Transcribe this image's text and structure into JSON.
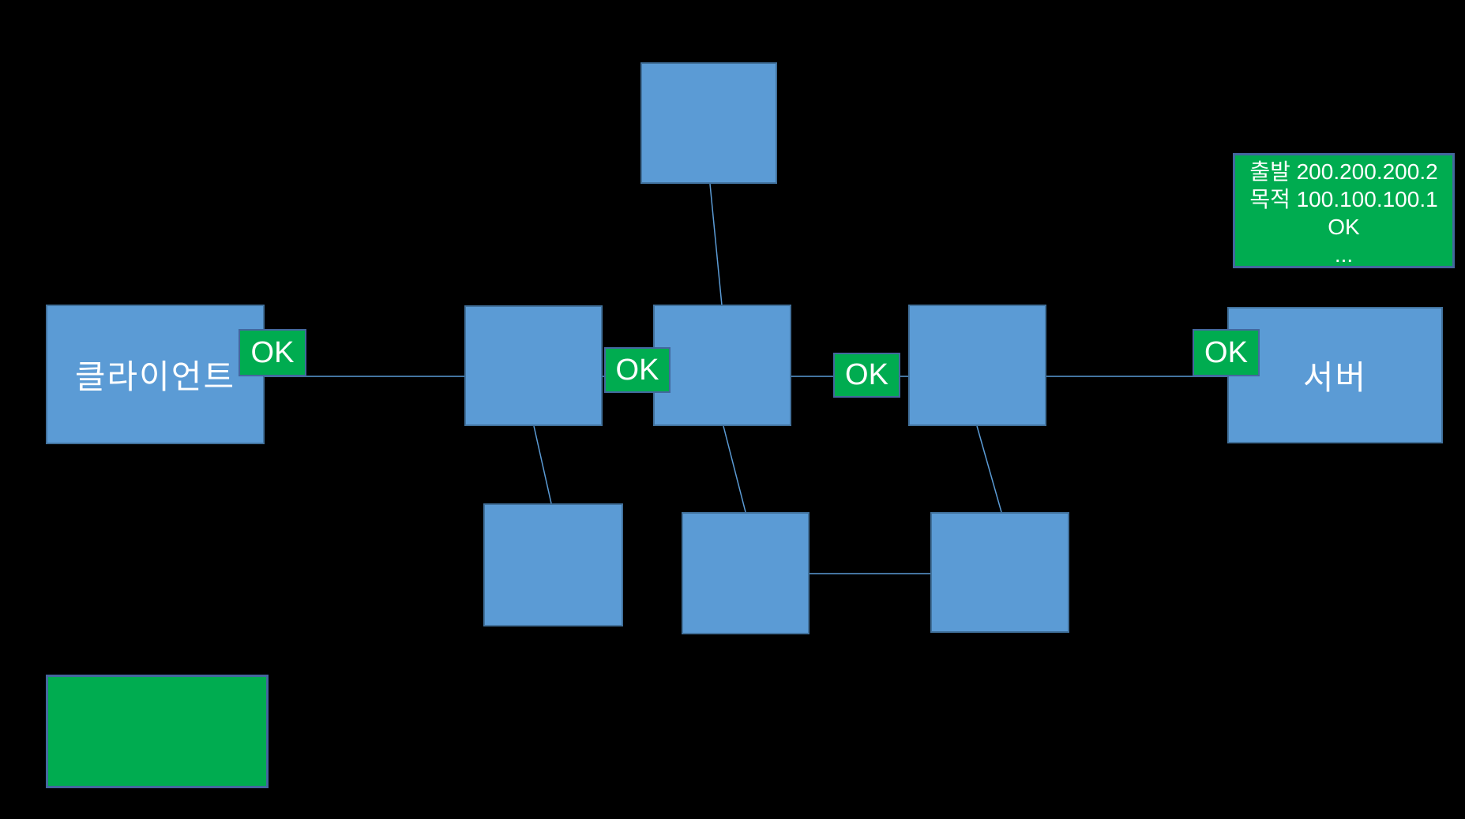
{
  "canvas": {
    "background": "#000000"
  },
  "colors": {
    "node_fill": "#5B9BD5",
    "node_border": "#41719C",
    "green_fill": "#00AC50",
    "green_border": "#44679E",
    "connector": "#5B9BD5",
    "label_text": "#FFFFFF"
  },
  "nodes": {
    "client": {
      "label": "클라이언트"
    },
    "server": {
      "label": "서버"
    }
  },
  "ok_badges": [
    {
      "label": "OK"
    },
    {
      "label": "OK"
    },
    {
      "label": "OK"
    },
    {
      "label": "OK"
    }
  ],
  "packet_note": {
    "lines": [
      "출발 200.200.200.2",
      "목적 100.100.100.1",
      "OK",
      "..."
    ]
  }
}
